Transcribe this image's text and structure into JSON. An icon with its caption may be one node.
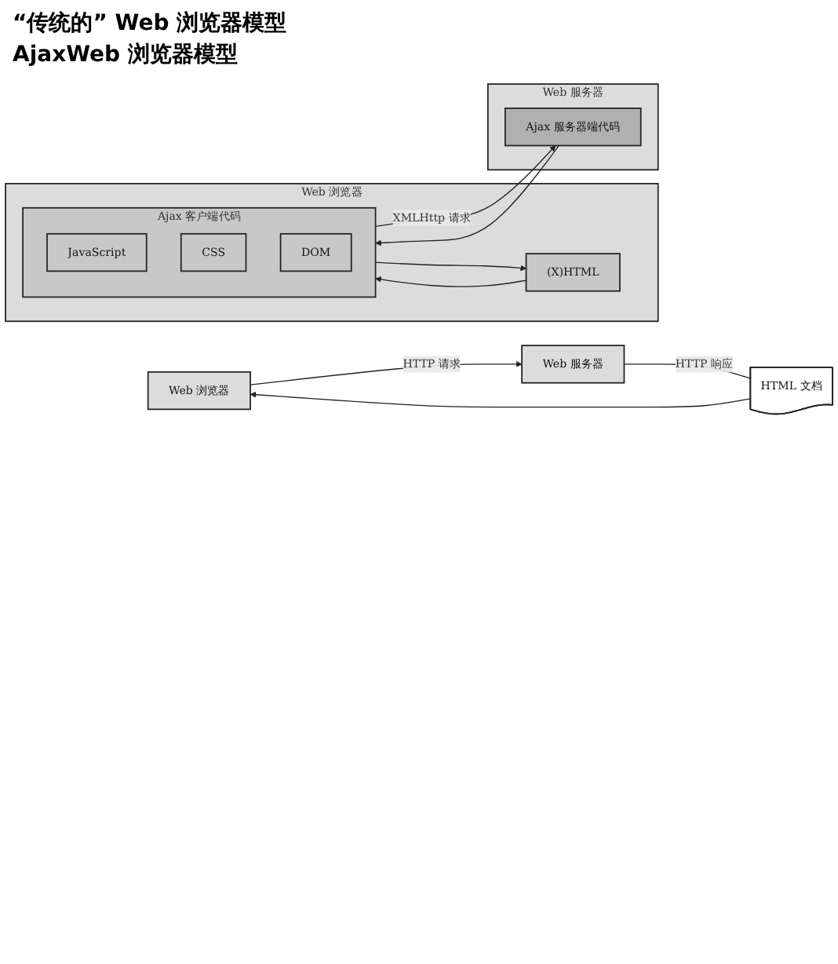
{
  "diagram": {
    "nodes": [
      {
        "text": [
          "Web 浏览器"
        ]
      },
      {
        "text": [
          "Web 服务器"
        ]
      },
      {
        "text": [
          "HTML 文档"
        ]
      },
      {
        "text": [
          "Web 浏览器"
        ]
      },
      {
        "text": [
          "Ajax 客户端代码"
        ],
        "in": 3
      },
      {
        "text": [
          "JavaScript"
        ],
        "in": 4
      },
      {
        "text": [
          "CSS"
        ],
        "in": 4
      },
      {
        "text": [
          "DOM"
        ],
        "in": 4
      },
      {
        "text": [
          "(X)HTML"
        ],
        "in": 3
      },
      {
        "text": [
          "Web 服务器"
        ]
      },
      {
        "text": [
          "Ajax 服务器端代码"
        ],
        "in": 9
      }
    ],
    "edges": [
      {
        "from": 0,
        "to": 1,
        "arrow": "to",
        "label": "HTTP 请求"
      },
      {
        "from": 1,
        "to": 2,
        "arrow": "none",
        "label": "HTTP 响应"
      },
      {
        "from": 2,
        "to": 0,
        "arrow": "to"
      },
      {
        "from": 4,
        "to": 10,
        "arrow": "to",
        "label": "XMLHttp 请求"
      },
      {
        "from": 10,
        "to": 4,
        "arrow": "to"
      },
      {
        "from": 4,
        "to": 8,
        "arrow": "to"
      },
      {
        "from": 8,
        "to": 4,
        "arrow": "to"
      }
    ],
    "labels": [
      "“传统的” Web 浏览器模型",
      "AjaxWeb 浏览器模型"
    ]
  }
}
